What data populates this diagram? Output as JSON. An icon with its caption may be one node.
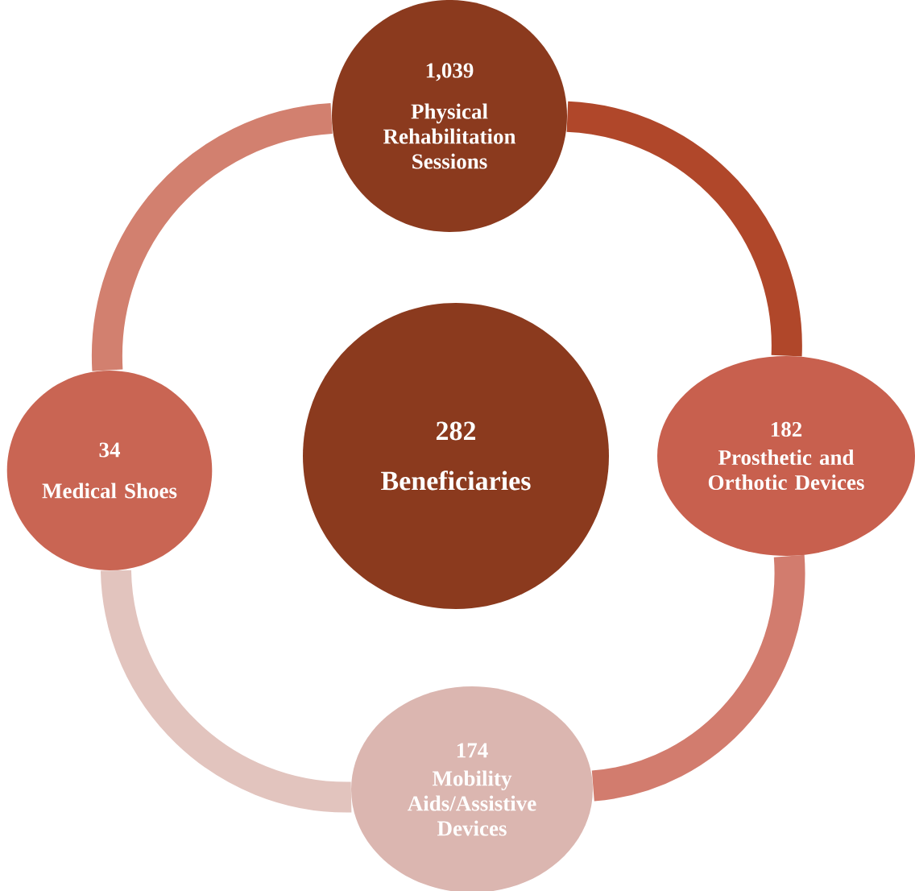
{
  "diagram": {
    "nodes": [
      {
        "text": [
          "1,039",
          "Physical Rehabilitation Sessions"
        ]
      },
      {
        "text": [
          "282",
          "Beneficiaries"
        ]
      },
      {
        "text": [
          "182",
          "Prosthetic and Orthotic Devices"
        ]
      },
      {
        "text": [
          "174",
          "Mobility Aids/Assistive Devices"
        ]
      },
      {
        "text": [
          "34",
          "Medical Shoes"
        ]
      }
    ],
    "edges": [
      {
        "from": 0,
        "to": 2,
        "arrow": "none",
        "color": "#b0472a"
      },
      {
        "from": 2,
        "to": 3,
        "arrow": "none",
        "color": "#d27c6e"
      },
      {
        "from": 3,
        "to": 4,
        "arrow": "none",
        "color": "#e2c4be"
      },
      {
        "from": 4,
        "to": 0,
        "arrow": "none",
        "color": "#d2806f"
      }
    ]
  }
}
